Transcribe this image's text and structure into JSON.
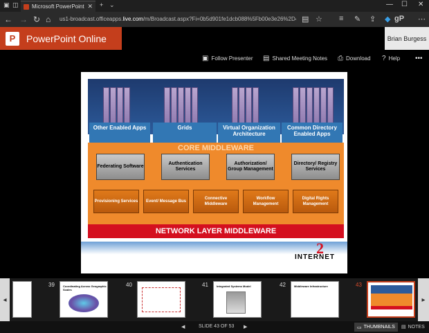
{
  "browser": {
    "tab_title": "Microsoft PowerPoint O",
    "url_prefix": "us1-broadcast.officeapps.",
    "url_domain": "live.com",
    "url_rest": "/m/Broadcast.aspx?Fi=0b5d901fe1dcb088%5Fb00e3e26%2D461d%2D"
  },
  "app": {
    "name": "PowerPoint Online",
    "user": "Brian Burgess"
  },
  "toolbar": {
    "follow": "Follow Presenter",
    "notes": "Shared Meeting Notes",
    "download": "Download",
    "help": "Help"
  },
  "slide": {
    "labels": [
      "Other Enabled Apps",
      "Grids",
      "Virtual Organization Architecture",
      "Common Directory Enabled Apps"
    ],
    "core_title": "CORE MIDDLEWARE",
    "gray_boxes": [
      "Federating Software",
      "Authentication Services",
      "Authorization/ Group Management",
      "Directory/ Registry Services"
    ],
    "orange_boxes": [
      "Provisioning Services",
      "Event/ Message Bus",
      "Connective Middleware",
      "Workflow Management",
      "Digital Rights Management"
    ],
    "network": "NETWORK LAYER MIDDLEWARE",
    "logo_text": "INTERNET",
    "logo_num": "2"
  },
  "thumbnails": [
    {
      "num": "39",
      "title": "Coordinating Across Geographic Scales"
    },
    {
      "num": "40",
      "title": ""
    },
    {
      "num": "41",
      "title": "Integrated Systems Model"
    },
    {
      "num": "42",
      "title": "Middleware Infrastructure"
    },
    {
      "num": "43",
      "title": ""
    }
  ],
  "status": {
    "slide_counter": "SLIDE 43 OF 53",
    "thumbnails": "THUMBNAILS",
    "notes": "NOTES"
  }
}
